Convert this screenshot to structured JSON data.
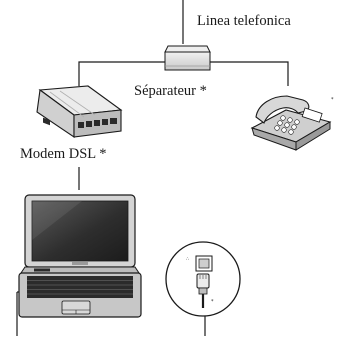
{
  "labels": {
    "phone_line": "Linea telefonica",
    "splitter": "Séparateur *",
    "dsl_modem": "Modem DSL *"
  },
  "markers": {
    "phone_mark": "*",
    "port_mark": "*",
    "port_symbol": "∴"
  },
  "colors": {
    "line": "#1a1a1a",
    "device_light": "#e6e6e6",
    "device_mid": "#b5b5b5",
    "device_dark": "#2b2b2b",
    "screen": "#3a3a3a"
  }
}
